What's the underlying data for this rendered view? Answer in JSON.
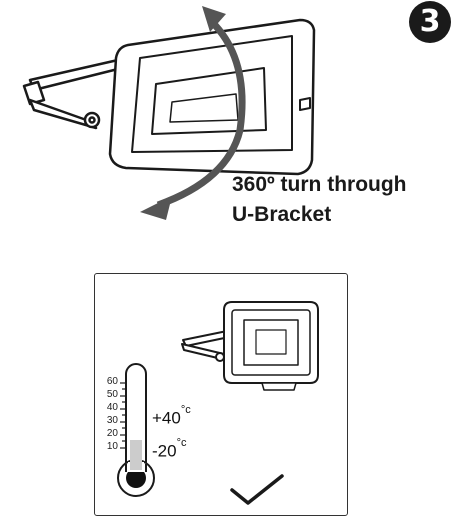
{
  "step": {
    "number": "3"
  },
  "rotation": {
    "line1": "360º turn through",
    "line2": "U-Bracket"
  },
  "temperature": {
    "scale_ticks": [
      "60",
      "50",
      "40",
      "30",
      "20",
      "10"
    ],
    "max_label": "+40",
    "min_label": "-20",
    "degree_mark": "°c"
  },
  "icons": [
    "flood-light-icon",
    "rotation-arrow-icon",
    "thermometer-icon",
    "checkmark-icon"
  ]
}
